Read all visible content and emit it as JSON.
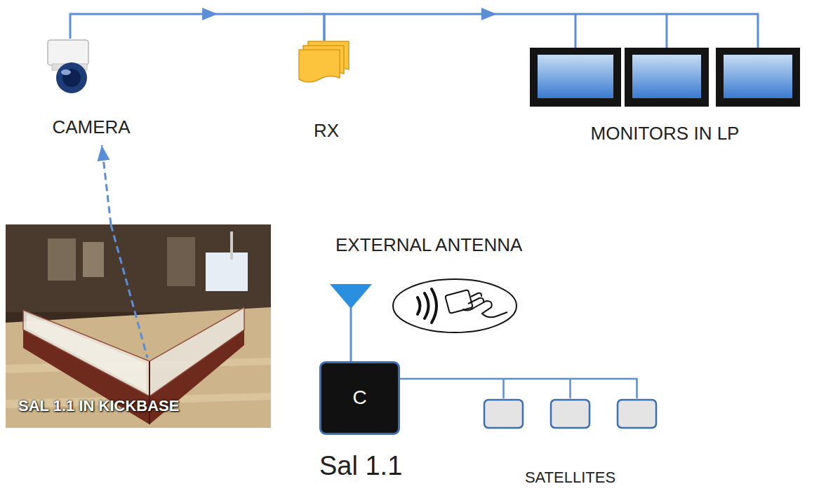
{
  "diagram": {
    "nodes": [
      {
        "text": [
          "CAMERA"
        ]
      },
      {
        "text": [
          "RX"
        ]
      },
      {
        "text": [
          "MONITORS IN LP"
        ]
      },
      {
        "text": [
          "SAL 1.1 IN KICKBASE"
        ]
      },
      {
        "text": [
          "EXTERNAL ANTENNA"
        ]
      },
      {
        "text": [
          "C",
          "Sal 1.1"
        ]
      },
      {
        "text": [
          "SATELLITES"
        ]
      }
    ],
    "edges": [
      {
        "from": 0,
        "to": 1,
        "arrow": "to"
      },
      {
        "from": 1,
        "to": 2,
        "arrow": "to"
      },
      {
        "from": 3,
        "to": 0,
        "arrow": "to"
      },
      {
        "from": 4,
        "to": 5,
        "arrow": "none"
      },
      {
        "from": 5,
        "to": 6,
        "arrow": "none"
      }
    ]
  }
}
